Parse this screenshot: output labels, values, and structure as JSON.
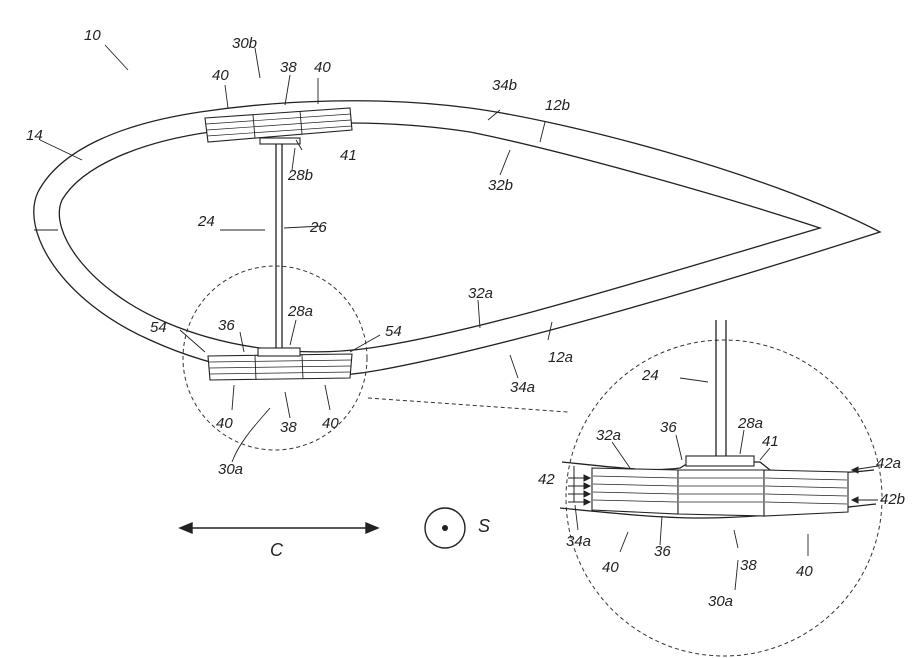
{
  "figure": {
    "ref_numeral": "10",
    "blade_label": "14",
    "labels": {
      "shell_upper": "12b",
      "shell_lower": "12a",
      "outer_upper": "34b",
      "inner_upper": "32b",
      "outer_lower": "34a",
      "inner_lower": "32a",
      "spar_assembly": "24",
      "web": "26",
      "flange_upper": "28b",
      "flange_lower": "28a",
      "cap_upper": "30b",
      "cap_lower": "30a",
      "core": "38",
      "side_left": "40",
      "side_right": "40",
      "adhesive": "41",
      "cover": "36",
      "edge_left": "54",
      "edge_right": "54"
    },
    "detail_labels": {
      "spar": "24",
      "inner": "32a",
      "cover": "36",
      "flange": "28a",
      "adhesive": "41",
      "plies": "42",
      "ply_a": "42a",
      "ply_b": "42b",
      "outer": "34a",
      "cover_bottom": "36",
      "side_left": "40",
      "core": "38",
      "side_right": "40",
      "cap": "30a"
    },
    "legend": {
      "chord": "C",
      "span": "S"
    }
  }
}
